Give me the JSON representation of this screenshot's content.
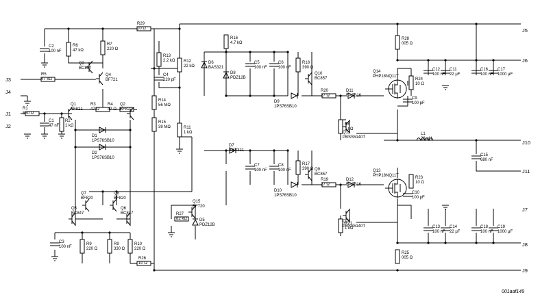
{
  "figure_id": "001aaf149",
  "connectors": [
    {
      "id": "J1",
      "label": "J1"
    },
    {
      "id": "J2",
      "label": "J2"
    },
    {
      "id": "J3",
      "label": "J3"
    },
    {
      "id": "J4",
      "label": "J4"
    },
    {
      "id": "J5",
      "label": "J5"
    },
    {
      "id": "J6",
      "label": "J6"
    },
    {
      "id": "J7",
      "label": "J7"
    },
    {
      "id": "J8",
      "label": "J8"
    },
    {
      "id": "J9",
      "label": "J9"
    },
    {
      "id": "J10",
      "label": "J10"
    },
    {
      "id": "J11",
      "label": "J11"
    }
  ],
  "components": [
    {
      "ref": "R29",
      "value": "10 Ω"
    },
    {
      "ref": "C2",
      "value": "100 nF"
    },
    {
      "ref": "R6",
      "value": "47 kΩ"
    },
    {
      "ref": "R7",
      "value": "220 Ω"
    },
    {
      "ref": "Q3",
      "value": "BC857"
    },
    {
      "ref": "Q4",
      "value": "BF721"
    },
    {
      "ref": "R5",
      "value": "47 kΩ"
    },
    {
      "ref": "R1",
      "value": "560 Ω"
    },
    {
      "ref": "C1",
      "value": "47 nF"
    },
    {
      "ref": "R2",
      "value": "1 kΩ"
    },
    {
      "ref": "Q1",
      "value": "BF821"
    },
    {
      "ref": "R3",
      "value": "47 Ω"
    },
    {
      "ref": "R4",
      "value": "47 Ω"
    },
    {
      "ref": "Q2",
      "value": "BF821"
    },
    {
      "ref": "D1",
      "value": "1PS76SB10"
    },
    {
      "ref": "D2",
      "value": "1PS76SB10"
    },
    {
      "ref": "R13",
      "value": "2.2 kΩ"
    },
    {
      "ref": "C4",
      "value": "220 pF"
    },
    {
      "ref": "R12",
      "value": "22 kΩ"
    },
    {
      "ref": "R14",
      "value": "56 MΩ"
    },
    {
      "ref": "R15",
      "value": "39 MΩ"
    },
    {
      "ref": "R11",
      "value": "1 kΩ"
    },
    {
      "ref": "R16",
      "value": "4.7 kΩ"
    },
    {
      "ref": "D6",
      "value": "BAS321"
    },
    {
      "ref": "D8",
      "value": "PDZ12B"
    },
    {
      "ref": "C5",
      "value": "100 nF"
    },
    {
      "ref": "C6",
      "value": "100 nF"
    },
    {
      "ref": "R18",
      "value": "390 Ω"
    },
    {
      "ref": "Q10",
      "value": "BC857"
    },
    {
      "ref": "D9",
      "value": "1PS76SB10"
    },
    {
      "ref": "R20",
      "value": "27 Ω"
    },
    {
      "ref": "D11",
      "value": "BAS316"
    },
    {
      "ref": "Q12",
      "value": "PBSS5140T"
    },
    {
      "ref": "R8",
      "value": "1 kΩ"
    },
    {
      "ref": "Q14",
      "value": "PHP18NQ11T"
    },
    {
      "ref": "R24",
      "value": "10 Ω"
    },
    {
      "ref": "C9",
      "value": "100 pF"
    },
    {
      "ref": "R28",
      "value": "005 Ω"
    },
    {
      "ref": "C12",
      "value": "100 nF"
    },
    {
      "ref": "C11",
      "value": "22 μF"
    },
    {
      "ref": "C16",
      "value": "100 nF"
    },
    {
      "ref": "C17",
      "value": "1000 μF"
    },
    {
      "ref": "L1",
      "value": "28 μH"
    },
    {
      "ref": "C15",
      "value": "680 nF"
    },
    {
      "ref": "D7",
      "value": "BAS321"
    },
    {
      "ref": "C7",
      "value": "100 nF"
    },
    {
      "ref": "C8",
      "value": "100 nF"
    },
    {
      "ref": "R17",
      "value": "390 Ω"
    },
    {
      "ref": "Q9",
      "value": "BC857"
    },
    {
      "ref": "D10",
      "value": "1PS76SB10"
    },
    {
      "ref": "R19",
      "value": "27 Ω"
    },
    {
      "ref": "D12",
      "value": "BAS316"
    },
    {
      "ref": "Q11",
      "value": "PBSS5140T"
    },
    {
      "ref": "R21",
      "value": "1 kΩ"
    },
    {
      "ref": "Q13",
      "value": "PHP18NQ11T"
    },
    {
      "ref": "R23",
      "value": "10 Ω"
    },
    {
      "ref": "C10",
      "value": "100 pF"
    },
    {
      "ref": "C13",
      "value": "100 nF"
    },
    {
      "ref": "C14",
      "value": "22 μF"
    },
    {
      "ref": "C18",
      "value": "100 nF"
    },
    {
      "ref": "C19",
      "value": "1000 μF"
    },
    {
      "ref": "R25",
      "value": "005 Ω"
    },
    {
      "ref": "Q15",
      "value": "BF720"
    },
    {
      "ref": "R27",
      "value": "82 kΩ"
    },
    {
      "ref": "D5",
      "value": "PDZ12B"
    },
    {
      "ref": "Q5",
      "value": "BC847"
    },
    {
      "ref": "Q6",
      "value": "BC847"
    },
    {
      "ref": "Q7",
      "value": "BF820"
    },
    {
      "ref": "Q8",
      "value": "BF820"
    },
    {
      "ref": "C3",
      "value": "100 nF"
    },
    {
      "ref": "R9",
      "value": "220 Ω"
    },
    {
      "ref": "R9b",
      "value": "330 Ω"
    },
    {
      "ref": "R10",
      "value": "220 Ω"
    },
    {
      "ref": "R26",
      "value": "10 Ω"
    }
  ]
}
